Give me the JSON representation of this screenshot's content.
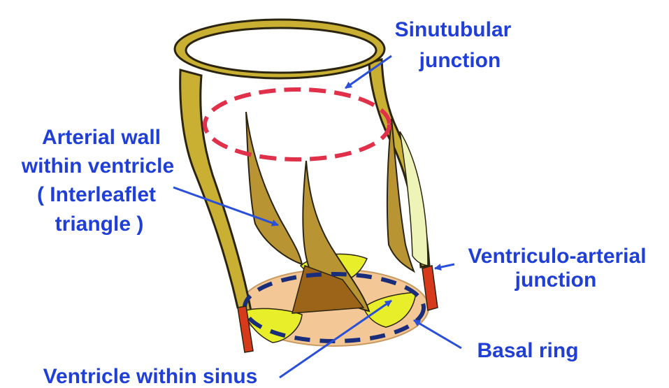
{
  "labels": {
    "sinutubular": [
      "Sinutubular",
      "junction"
    ],
    "arterial_wall": [
      "Arterial wall",
      "within ventricle",
      "( Interleaflet",
      "triangle )"
    ],
    "ventriculo_arterial": [
      "Ventriculo-arterial",
      "junction"
    ],
    "basal_ring": "Basal ring",
    "ventricle_sinus": "Ventricle within sinus"
  },
  "colors": {
    "label_text": "#1f3fd6",
    "arrow": "#2a4fd8",
    "vessel_wall": "#c9b032",
    "vessel_outline": "#2b2410",
    "sinutubular_dash": "#e0304a",
    "basal_ring_dash": "#1a2d7a",
    "base_fill": "#f3c896",
    "leaflet_yellow": "#e8ef2a",
    "triangle_fill": "#b89432",
    "triangle_dark": "#9c6418",
    "va_junction_red": "#d63a1a"
  }
}
